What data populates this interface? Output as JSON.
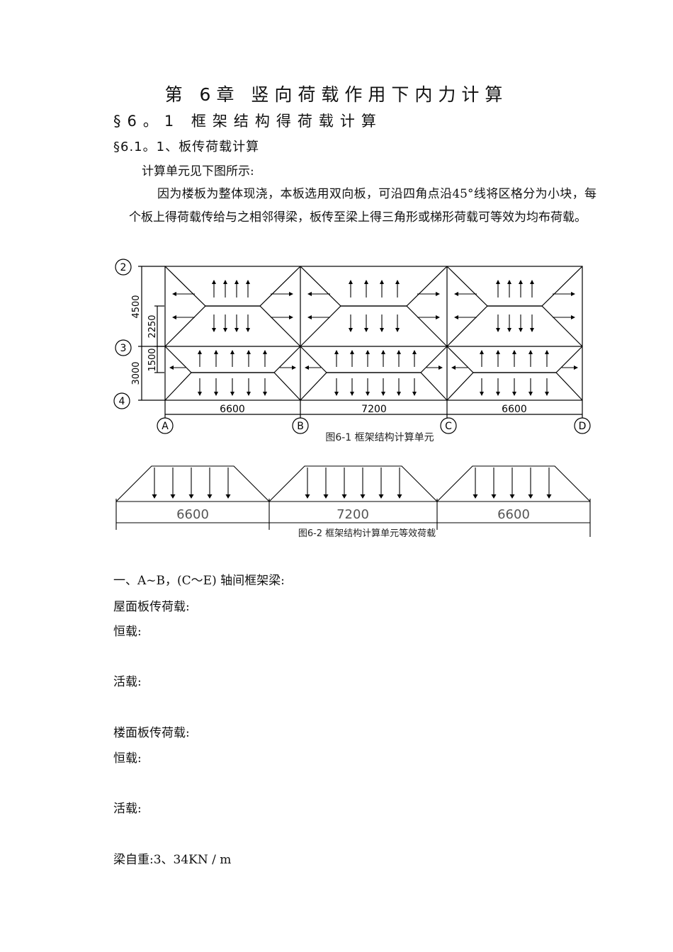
{
  "heading": {
    "chapter": "第 6章  竖向荷载作用下内力计算",
    "section": "§6。1 框架结构得荷载计算",
    "subsection": "§6.1。1、板传荷载计算"
  },
  "intro": {
    "line1": "计算单元见下图所示:",
    "para": "因为楼板为整体现浇，本板选用双向板，可沿四角点沿45°线将区格分为小块，每个板上得荷载传给与之相邻得梁，板传至梁上得三角形或梯形荷载可等效为均布荷载。"
  },
  "figure1": {
    "caption": "图6-1 框架结构计算单元",
    "axes_row": [
      "2",
      "3",
      "4"
    ],
    "axes_col": [
      "A",
      "B",
      "C",
      "D"
    ],
    "left_dims": [
      "4500",
      "3000"
    ],
    "inner_dims": [
      "2250",
      "1500"
    ],
    "bottom_dims": [
      "6600",
      "7200",
      "6600"
    ]
  },
  "figure2": {
    "caption": "图6-2 框架结构计算单元等效荷载",
    "spans": [
      "6600",
      "7200",
      "6600"
    ]
  },
  "sections": {
    "s1": "一、A~B，(C～E) 轴间框架梁:",
    "roof": "屋面板传荷载:",
    "dead1": "恒载:",
    "live1": "活载:",
    "floor": "楼面板传荷载:",
    "dead2": "恒载:",
    "live2": "活载:",
    "beam": "梁自重:3、34KN / m"
  }
}
